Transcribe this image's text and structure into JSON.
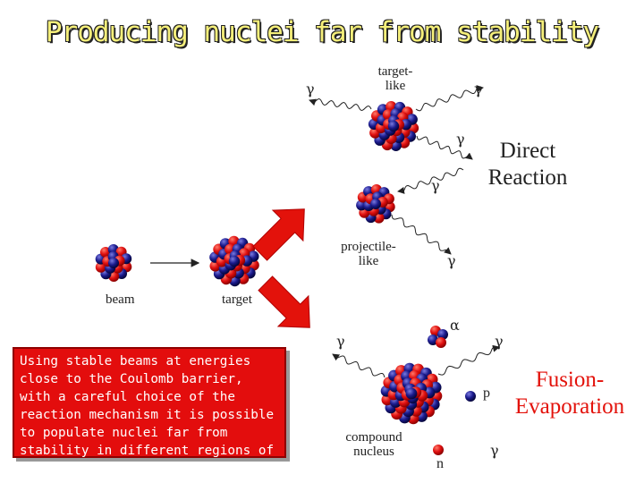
{
  "title": "Producing nuclei far from stability",
  "labels": {
    "beam": "beam",
    "target": "target",
    "target_like_1": "target-",
    "target_like_2": "like",
    "projectile_like_1": "projectile-",
    "projectile_like_2": "like",
    "compound_1": "compound",
    "compound_2": "nucleus",
    "gamma": "γ",
    "alpha": "α",
    "proton": "p",
    "neutron": "n"
  },
  "direct_reaction": {
    "line1": "Direct",
    "line2": "Reaction"
  },
  "fusion_evaporation": {
    "line1": "Fusion-",
    "line2": "Evaporation"
  },
  "note": "Using stable beams at energies close to the Coulomb barrier, with a careful choice of the reaction mechanism it is possible to populate nuclei far from stability in different regions of the chart of nuclides",
  "colors": {
    "proton": "#e01010",
    "neutron": "#1a1a8c",
    "arrow": "#e3120b",
    "fusion_text": "#e3120b",
    "title": "#f5ef7a"
  }
}
